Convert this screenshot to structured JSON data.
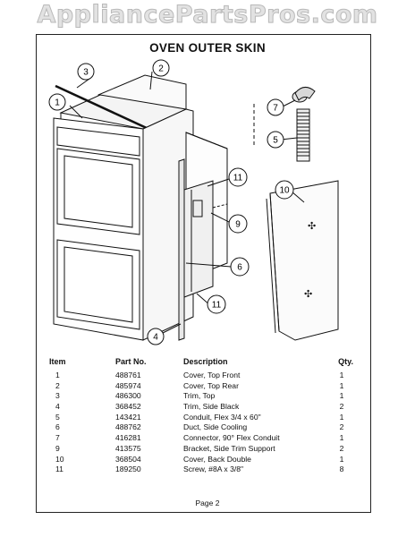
{
  "watermark": "AppliancePartsPros.com",
  "title": "OVEN OUTER SKIN",
  "callouts": {
    "c1": "1",
    "c2": "2",
    "c3": "3",
    "c4": "4",
    "c5": "5",
    "c6": "6",
    "c7": "7",
    "c9": "9",
    "c10": "10",
    "c11a": "11",
    "c11b": "11"
  },
  "table": {
    "headers": {
      "item": "Item",
      "part": "Part No.",
      "desc": "Description",
      "qty": "Qty."
    },
    "rows": [
      {
        "item": "1",
        "part": "488761",
        "desc": "Cover, Top Front",
        "qty": "1"
      },
      {
        "item": "2",
        "part": "485974",
        "desc": "Cover, Top Rear",
        "qty": "1"
      },
      {
        "item": "3",
        "part": "486300",
        "desc": "Trim, Top",
        "qty": "1"
      },
      {
        "item": "4",
        "part": "368452",
        "desc": "Trim, Side Black",
        "qty": "2"
      },
      {
        "item": "5",
        "part": "143421",
        "desc": "Conduit, Flex 3/4 x 60\"",
        "qty": "1"
      },
      {
        "item": "6",
        "part": "488762",
        "desc": "Duct, Side Cooling",
        "qty": "2"
      },
      {
        "item": "7",
        "part": "416281",
        "desc": "Connector, 90° Flex Conduit",
        "qty": "1"
      },
      {
        "item": "9",
        "part": "413575",
        "desc": "Bracket, Side Trim Support",
        "qty": "2"
      },
      {
        "item": "10",
        "part": "368504",
        "desc": "Cover, Back Double",
        "qty": "1"
      },
      {
        "item": "11",
        "part": "189250",
        "desc": "Screw, #8A x 3/8\"",
        "qty": "8"
      }
    ]
  },
  "footer": "Page 2"
}
